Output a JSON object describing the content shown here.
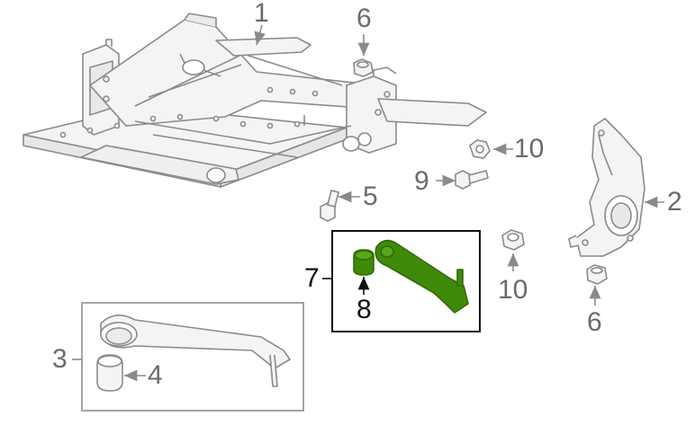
{
  "diagram": {
    "colors": {
      "line": "#8a8a8a",
      "fill": "#f2f2f2",
      "highlight": "#2f6b00",
      "highlight_fill": "#3f8a0a",
      "text": "#6b6b6b",
      "emphasis_text": "#111111",
      "box_border": "#9a9a9a",
      "emphasis_box_border": "#111111"
    },
    "callouts": {
      "c1": "1",
      "c2": "2",
      "c3": "3",
      "c4": "4",
      "c5": "5",
      "c6_top": "6",
      "c6_bottom": "6",
      "c7": "7",
      "c8": "8",
      "c9": "9",
      "c10_top": "10",
      "c10_bottom": "10"
    },
    "parts": [
      {
        "callout": "1",
        "name": "crossmember-subframe"
      },
      {
        "callout": "2",
        "name": "steering-knuckle"
      },
      {
        "callout": "3",
        "name": "lower-control-arm-assembly"
      },
      {
        "callout": "4",
        "name": "bushing"
      },
      {
        "callout": "5",
        "name": "bolt"
      },
      {
        "callout": "6",
        "name": "nut"
      },
      {
        "callout": "7",
        "name": "highlighted-control-arm-assembly"
      },
      {
        "callout": "8",
        "name": "bushing"
      },
      {
        "callout": "9",
        "name": "bolt"
      },
      {
        "callout": "10",
        "name": "nut"
      }
    ]
  }
}
